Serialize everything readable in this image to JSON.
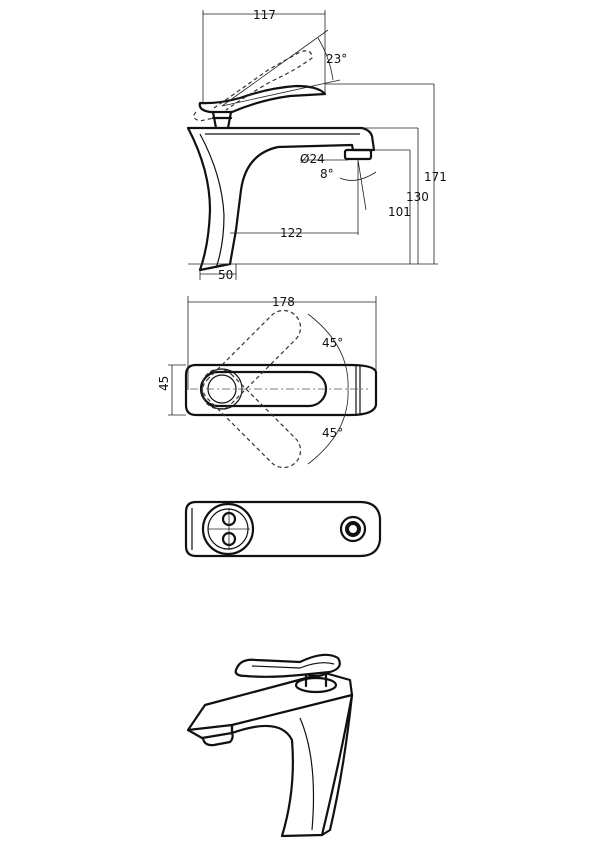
{
  "side_view": {
    "dimensions": {
      "handle_reach": "117",
      "handle_angle": "23°",
      "aerator_diameter": "Ø24",
      "spout_angle": "8°",
      "spout_reach": "122",
      "base_width": "50",
      "spout_height": "101",
      "body_height": "130",
      "overall_height": "171"
    }
  },
  "top_view": {
    "dimensions": {
      "overall_length": "178",
      "width": "45",
      "rotation_upper": "45°",
      "rotation_lower": "45°"
    }
  },
  "colors": {
    "line": "#111111",
    "background": "#ffffff"
  }
}
